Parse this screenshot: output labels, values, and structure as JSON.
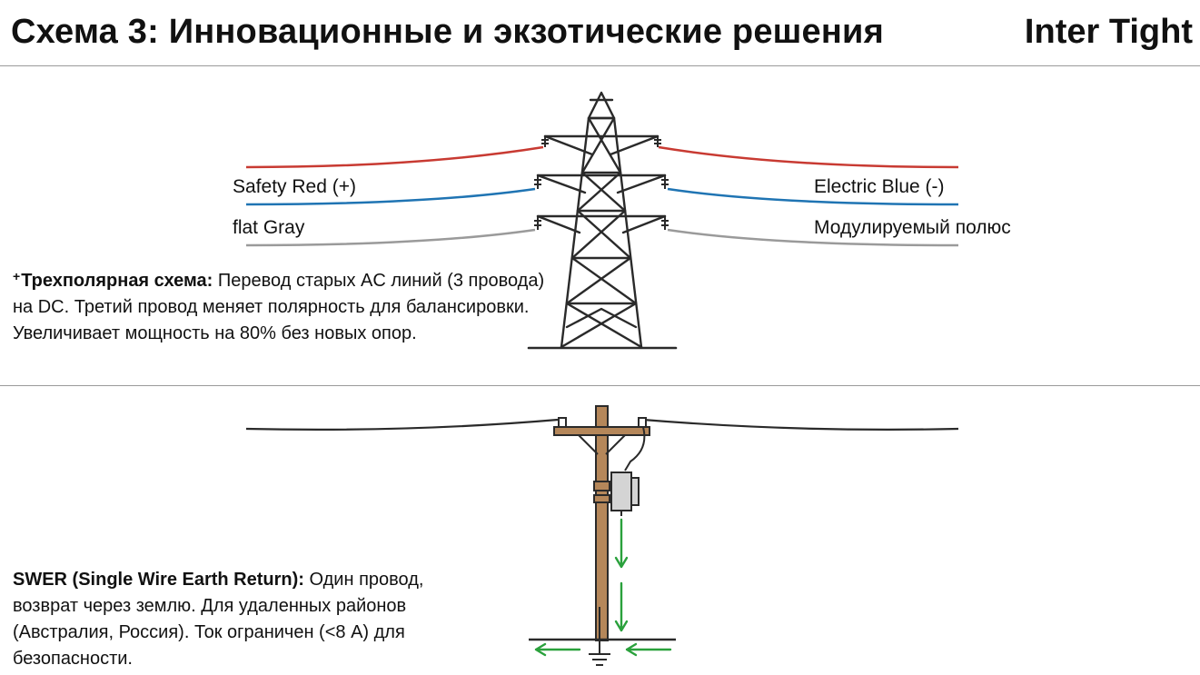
{
  "header": {
    "title": "Схема 3: Инновационные и экзотические решения",
    "font_tag": "Inter Tight"
  },
  "panel_tripolar": {
    "labels": {
      "red": "Safety Red (+)",
      "gray": "flat Gray",
      "blue": "Electric Blue (-)",
      "modulated": "Модулируемый полюс"
    },
    "note_mark": "+",
    "note_bold": "Трехполярная схема:",
    "note_text": " Перевод старых AC линий (3 провода) на DC. Третий провод меняет полярность для балансировки. Увеличивает мощность на 80% без новых опор."
  },
  "panel_swer": {
    "note_bold": "SWER (Single Wire Earth Return):",
    "note_text": " Один провод, возврат через землю. Для удаленных районов (Австралия, Россия). Ток ограничен (<8 А) для безопасности."
  },
  "colors": {
    "red": "#c83a32",
    "blue": "#1f74b3",
    "gray": "#9a9a9a",
    "wood": "#b5875a",
    "arrow": "#2aa13c"
  }
}
